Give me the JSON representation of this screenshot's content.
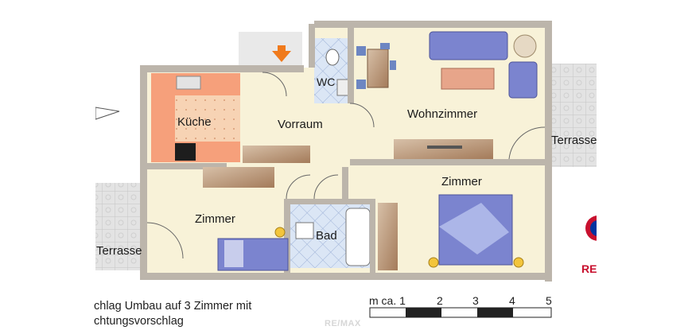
{
  "rooms": {
    "kueche": "Küche",
    "vorraum": "Vorraum",
    "wc": "WC",
    "wohnzimmer": "Wohnzimmer",
    "terrasse_right": "Terrasse",
    "terrasse_left": "Terrasse",
    "zimmer_left": "Zimmer",
    "zimmer_right": "Zimmer",
    "bad": "Bad"
  },
  "caption": {
    "line1": "chlag Umbau auf 3 Zimmer mit",
    "line2": "chtungsvorschlag"
  },
  "scale": {
    "prefix": "m ca. 1",
    "ticks": [
      "2",
      "3",
      "4",
      "5"
    ]
  },
  "watermark": "RE/MAX",
  "logo_fragment": "RE",
  "colors": {
    "wall": "#bdb6ac",
    "floor": "#f7f1d7",
    "kitchen": "#f5a27c",
    "tile_blue": "#d8e3f3",
    "furniture_blue": "#7b84cf",
    "wood": "#b48a67"
  }
}
